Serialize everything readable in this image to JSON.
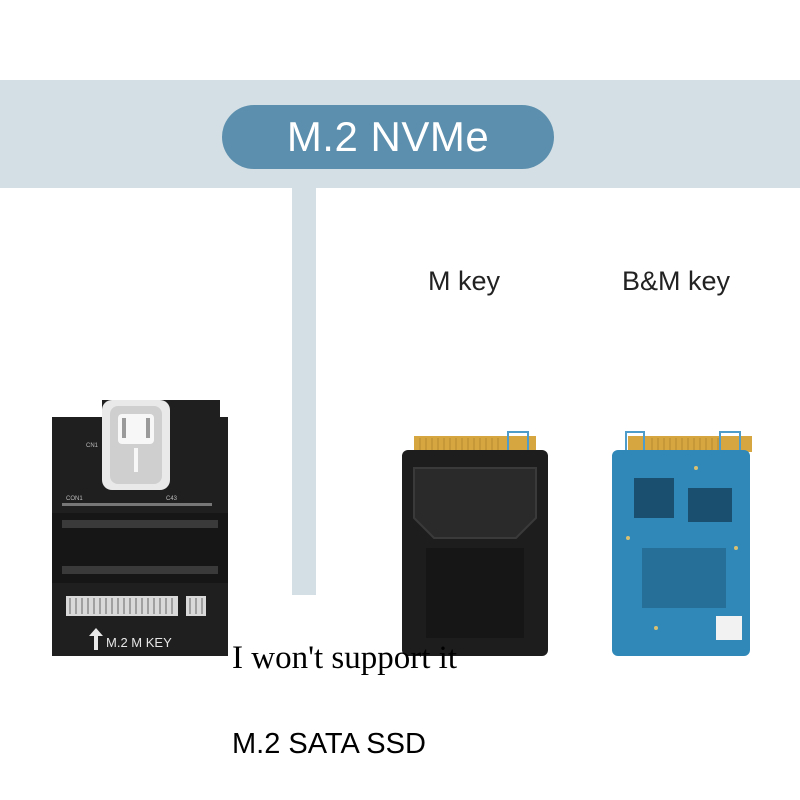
{
  "banner": {
    "title": "M.2 NVMe"
  },
  "adapter": {
    "label_cn1": "CN1",
    "label_con1": "CON1",
    "label_c43": "C43",
    "slot_label": "M.2 M KEY"
  },
  "drives": [
    {
      "label": "M key"
    },
    {
      "label": "B&M key"
    }
  ],
  "footer": {
    "notice": "I won't support it",
    "unsupported": "M.2 SATA SSD"
  },
  "colors": {
    "frame": "#d3dfe4",
    "pill": "#5c8fad",
    "pcb_dark": "#1f1f1f",
    "gold": "#d6a640",
    "pcb_blue": "#2f88b8"
  }
}
